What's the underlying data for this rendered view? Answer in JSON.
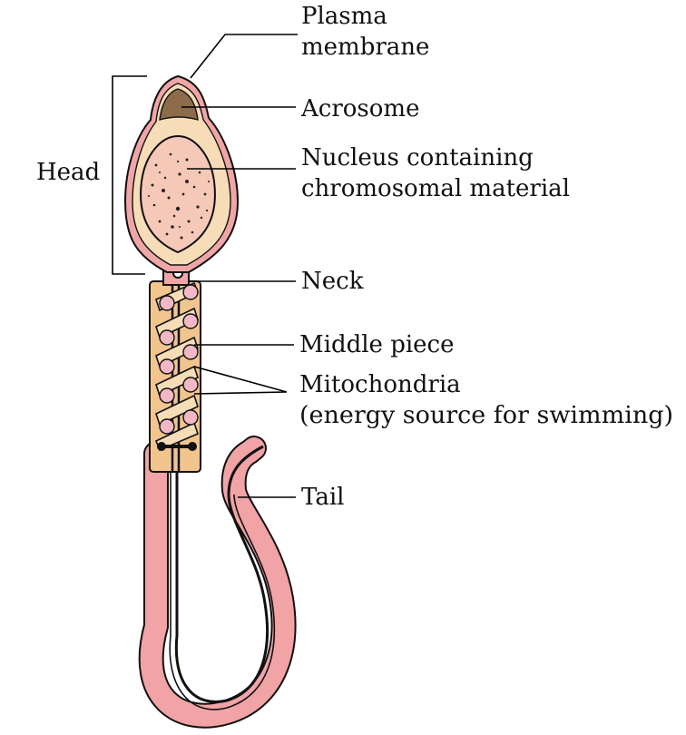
{
  "labels": {
    "plasma_membrane_line1": "Plasma",
    "plasma_membrane_line2": "membrane",
    "acrosome": "Acrosome",
    "nucleus_line1": "Nucleus containing",
    "nucleus_line2": "chromosomal material",
    "head": "Head",
    "neck": "Neck",
    "middle_piece": "Middle piece",
    "mitochondria_line1": "Mitochondria",
    "mitochondria_line2": "(energy source for swimming)",
    "tail": "Tail"
  },
  "colors": {
    "membrane_pink": "#f0a6a6",
    "head_cream": "#f6ddb8",
    "acrosome_brown": "#8d6b4b",
    "nucleus_fill": "#f6c8b8",
    "midpiece_tan": "#f1c58d",
    "mitochondria_pink": "#f2b8c6",
    "tail_pink": "#f1a3a6",
    "line_black": "#111111"
  }
}
